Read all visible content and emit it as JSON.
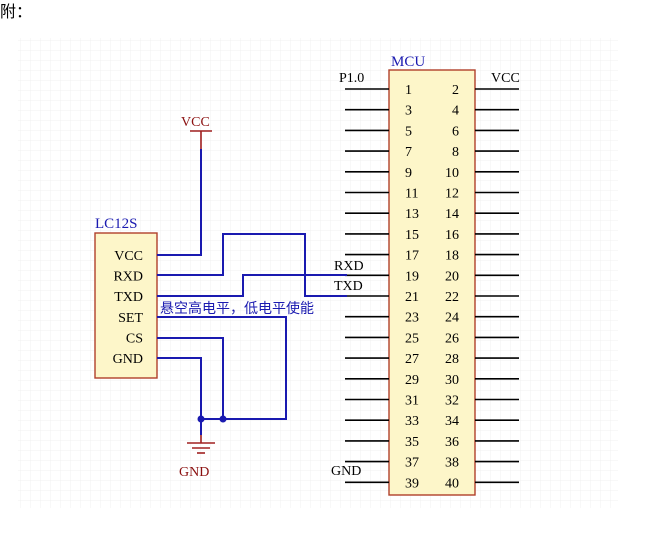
{
  "caption": "附：",
  "mcu": {
    "title": "MCU",
    "left_pins": [
      "1",
      "3",
      "5",
      "7",
      "9",
      "11",
      "13",
      "15",
      "17",
      "19",
      "21",
      "23",
      "25",
      "27",
      "29",
      "31",
      "33",
      "35",
      "37",
      "39"
    ],
    "right_pins": [
      "2",
      "4",
      "6",
      "8",
      "10",
      "12",
      "14",
      "16",
      "18",
      "20",
      "22",
      "24",
      "26",
      "28",
      "30",
      "32",
      "34",
      "36",
      "38",
      "40"
    ],
    "net_labels": {
      "p10": "P1.0",
      "vcc": "VCC",
      "rxd": "RXD",
      "txd": "TXD",
      "gnd": "GND"
    }
  },
  "lc12s": {
    "title": "LC12S",
    "pins": [
      "VCC",
      "RXD",
      "TXD",
      "SET",
      "CS",
      "GND"
    ]
  },
  "power": {
    "vcc": "VCC",
    "gnd": "GND"
  },
  "note": "悬空高电平，低电平使能",
  "colors": {
    "wire": "#1a1ab0",
    "power": "#a02020",
    "component_fill": "#fdf6c9",
    "component_border": "#b0402a",
    "grid": "#eaeaea"
  }
}
